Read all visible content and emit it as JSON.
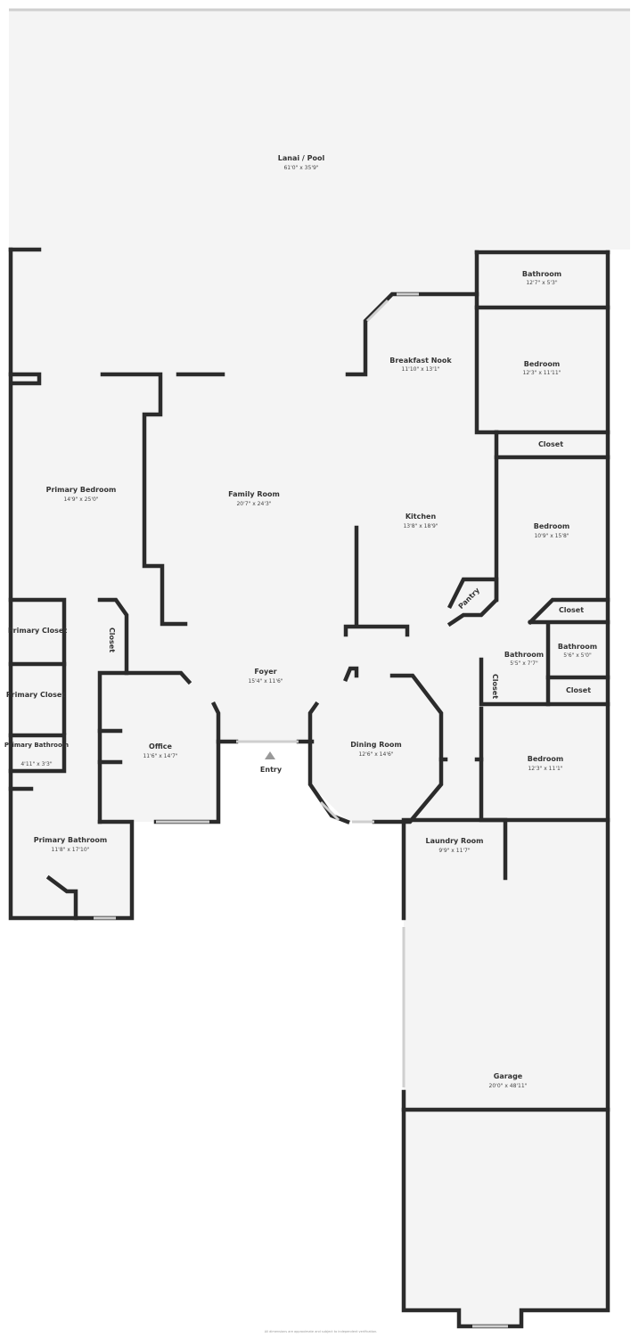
{
  "rooms": [
    {
      "name": "Lanai / Pool",
      "dims": "61'0\" x 35'9\""
    },
    {
      "name": "Bathroom",
      "dims": "12'7\" x 5'3\""
    },
    {
      "name": "Breakfast Nook",
      "dims": "11'10\" x 13'1\""
    },
    {
      "name": "Bedroom",
      "dims": "12'3\" x 11'11\""
    },
    {
      "name": "Closet",
      "dims": ""
    },
    {
      "name": "Primary Bedroom",
      "dims": "14'9\" x 25'0\""
    },
    {
      "name": "Family Room",
      "dims": "20'7\" x 24'3\""
    },
    {
      "name": "Kitchen",
      "dims": "13'8\" x 18'9\""
    },
    {
      "name": "Bedroom",
      "dims": "10'9\" x 15'8\""
    },
    {
      "name": "Pantry",
      "dims": ""
    },
    {
      "name": "Closet",
      "dims": ""
    },
    {
      "name": "Primary Closet",
      "dims": ""
    },
    {
      "name": "Closet",
      "dims": ""
    },
    {
      "name": "Bathroom",
      "dims": "5'5\" x 7'7\""
    },
    {
      "name": "Bathroom",
      "dims": "5'6\" x 5'0\""
    },
    {
      "name": "Foyer",
      "dims": "15'4\" x 11'6\""
    },
    {
      "name": "Primary Closet",
      "dims": ""
    },
    {
      "name": "Closet",
      "dims": ""
    },
    {
      "name": "Closet",
      "dims": ""
    },
    {
      "name": "Primary Bathroom",
      "dims": "4'11\" x 3'3\""
    },
    {
      "name": "Office",
      "dims": "11'6\" x 14'7\""
    },
    {
      "name": "Dining Room",
      "dims": "12'6\" x 14'6\""
    },
    {
      "name": "Bedroom",
      "dims": "12'3\" x 11'1\""
    },
    {
      "name": "Primary Bathroom",
      "dims": "11'8\" x 17'10\""
    },
    {
      "name": "Laundry Room",
      "dims": "9'9\" x 11'7\""
    },
    {
      "name": "Garage",
      "dims": "20'0\" x 48'11\""
    }
  ],
  "entry": {
    "label": "Entry",
    "icon": "triangle-up-icon"
  },
  "footer": {
    "disclaimer": "All dimensions are approximate and subject to independent verification."
  }
}
